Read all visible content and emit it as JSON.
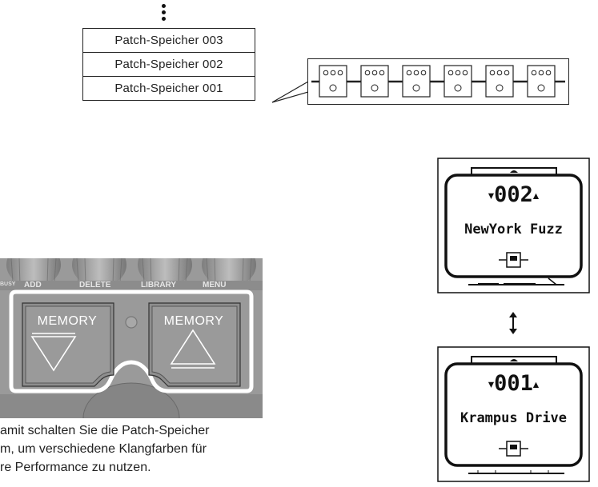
{
  "patch_memories": [
    {
      "label": "Patch-Speicher 003"
    },
    {
      "label": "Patch-Speicher 002"
    },
    {
      "label": "Patch-Speicher 001"
    }
  ],
  "chain": {
    "effect_count": 6
  },
  "pedal": {
    "top_labels": [
      "ADD",
      "DELETE",
      "LIBRARY",
      "MENU"
    ],
    "busy_label": "BUSY",
    "left_button": "MEMORY",
    "right_button": "MEMORY"
  },
  "caption": {
    "line1": "amit schalten Sie die Patch-Speicher",
    "line2": "m, um verschiedene Klangfarben für",
    "line3": "re Performance zu nutzen."
  },
  "display_top": {
    "number": "002",
    "name": "NewYork Fuzz"
  },
  "display_bottom": {
    "number": "001",
    "name": "Krampus Drive"
  }
}
